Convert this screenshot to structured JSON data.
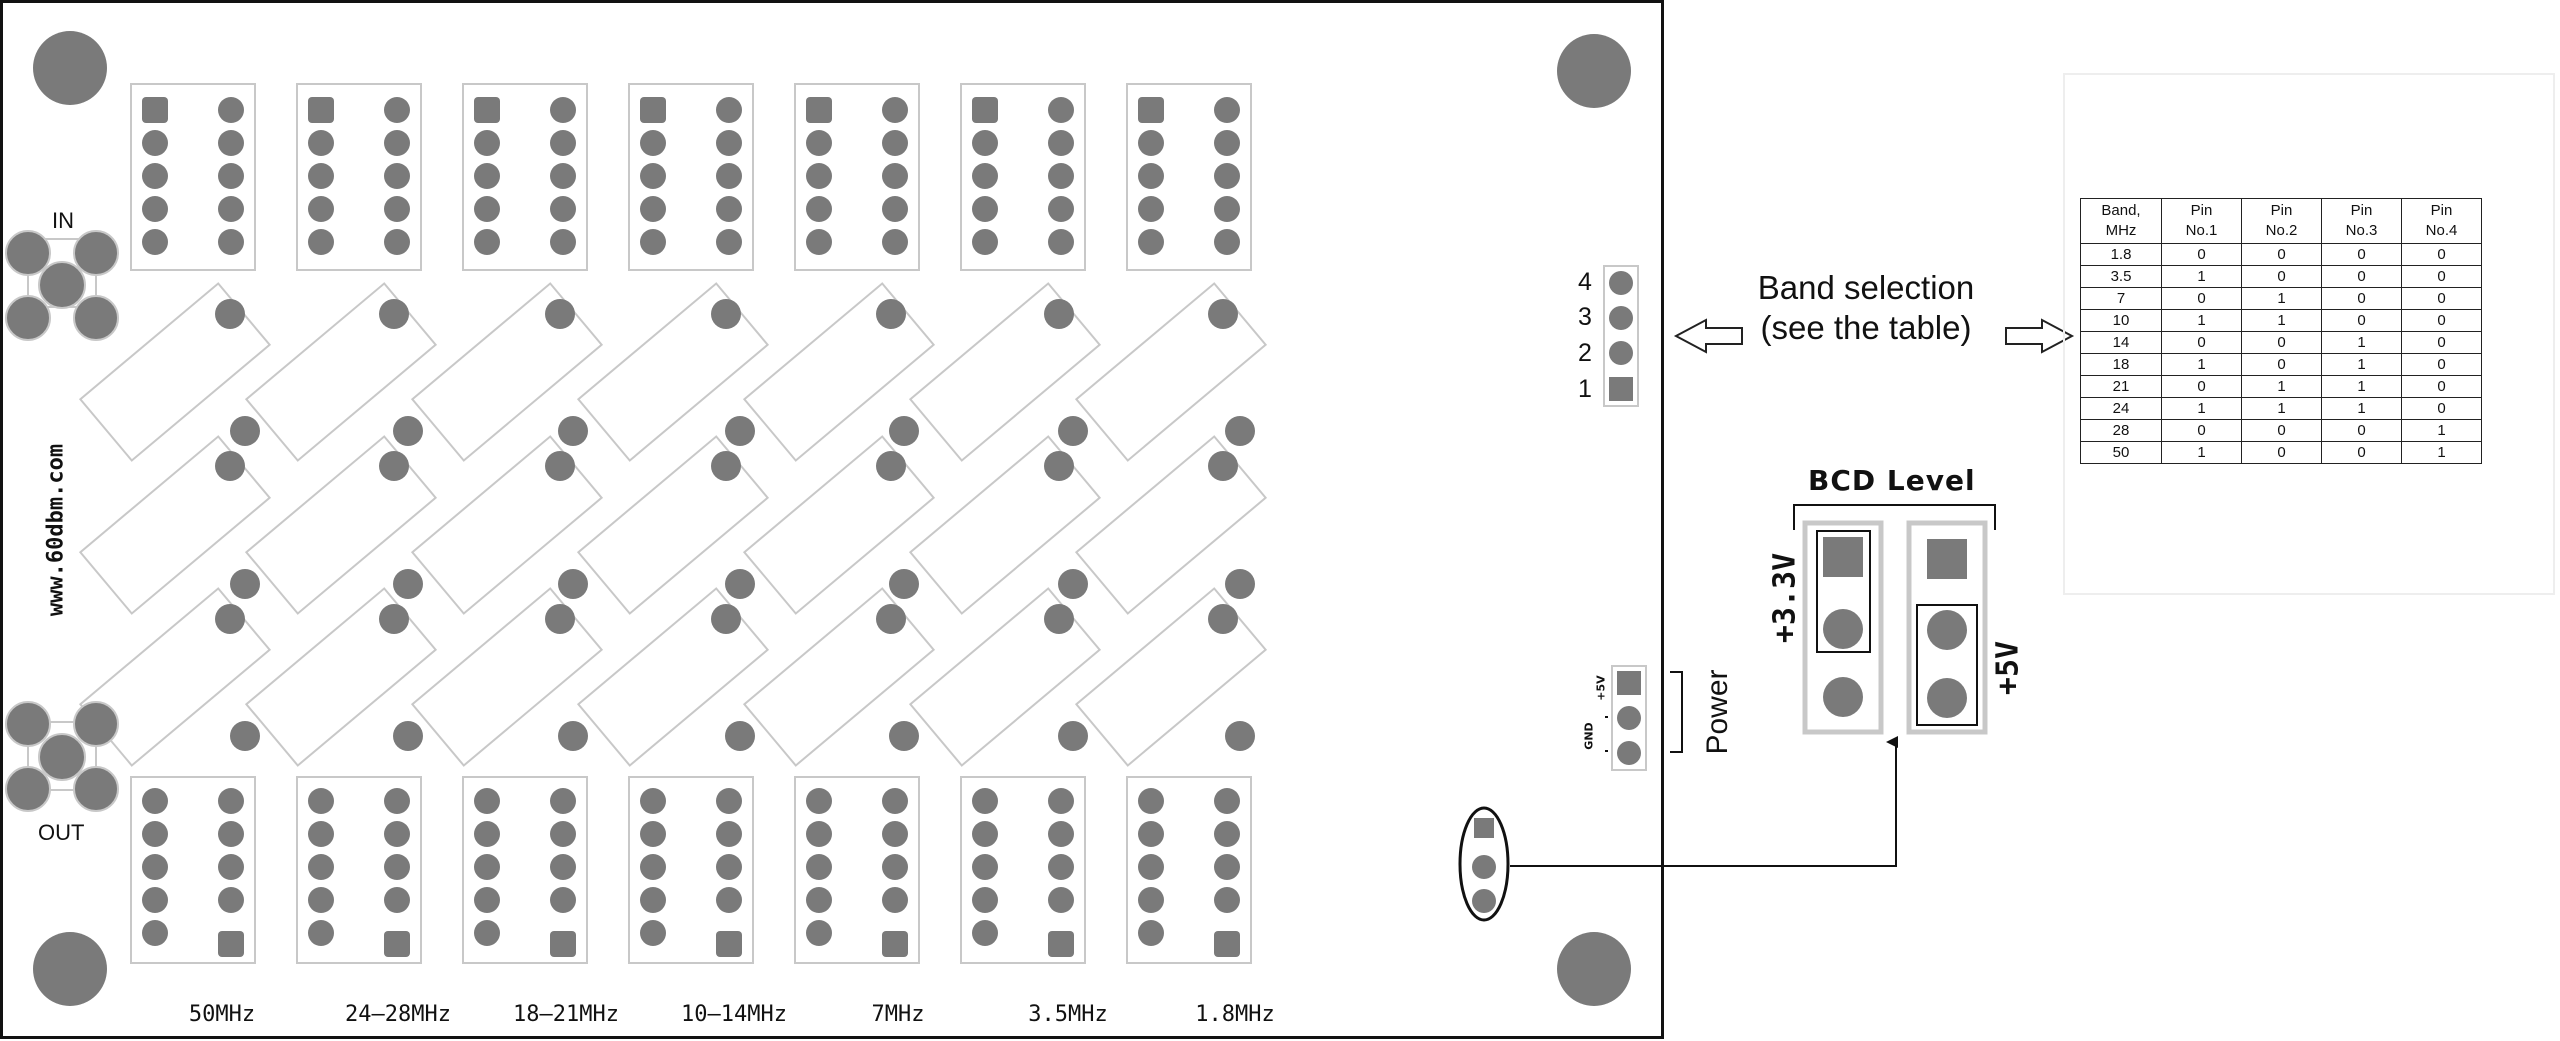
{
  "site_url": "www.60dbm.com",
  "input_label": "IN",
  "output_label": "OUT",
  "band_filters": [
    "50MHz",
    "24—28MHz",
    "18—21MHz",
    "10—14MHz",
    "7MHz",
    "3.5MHz",
    "1.8MHz"
  ],
  "header_pins": [
    "4",
    "3",
    "2",
    "1"
  ],
  "band_selection": {
    "line1": "Band selection",
    "line2": "(see the table)"
  },
  "power_label": "Power",
  "power_pins": {
    "gnd": "GND",
    "plus5": "+5V"
  },
  "bcd": {
    "title": "BCD Level",
    "left": "+3.3V",
    "right": "+5V"
  },
  "truth_table": {
    "headers": [
      [
        "Band,",
        "MHz"
      ],
      [
        "Pin",
        "No.1"
      ],
      [
        "Pin",
        "No.2"
      ],
      [
        "Pin",
        "No.3"
      ],
      [
        "Pin",
        "No.4"
      ]
    ],
    "rows": [
      [
        "1.8",
        "0",
        "0",
        "0",
        "0"
      ],
      [
        "3.5",
        "1",
        "0",
        "0",
        "0"
      ],
      [
        "7",
        "0",
        "1",
        "0",
        "0"
      ],
      [
        "10",
        "1",
        "1",
        "0",
        "0"
      ],
      [
        "14",
        "0",
        "0",
        "1",
        "0"
      ],
      [
        "18",
        "1",
        "0",
        "1",
        "0"
      ],
      [
        "21",
        "0",
        "1",
        "1",
        "0"
      ],
      [
        "24",
        "1",
        "1",
        "1",
        "0"
      ],
      [
        "28",
        "0",
        "0",
        "0",
        "1"
      ],
      [
        "50",
        "1",
        "0",
        "0",
        "1"
      ]
    ]
  },
  "colors": {
    "pad": "#7a7a7a",
    "outline": "#c8c8c8",
    "ink": "#111111"
  }
}
